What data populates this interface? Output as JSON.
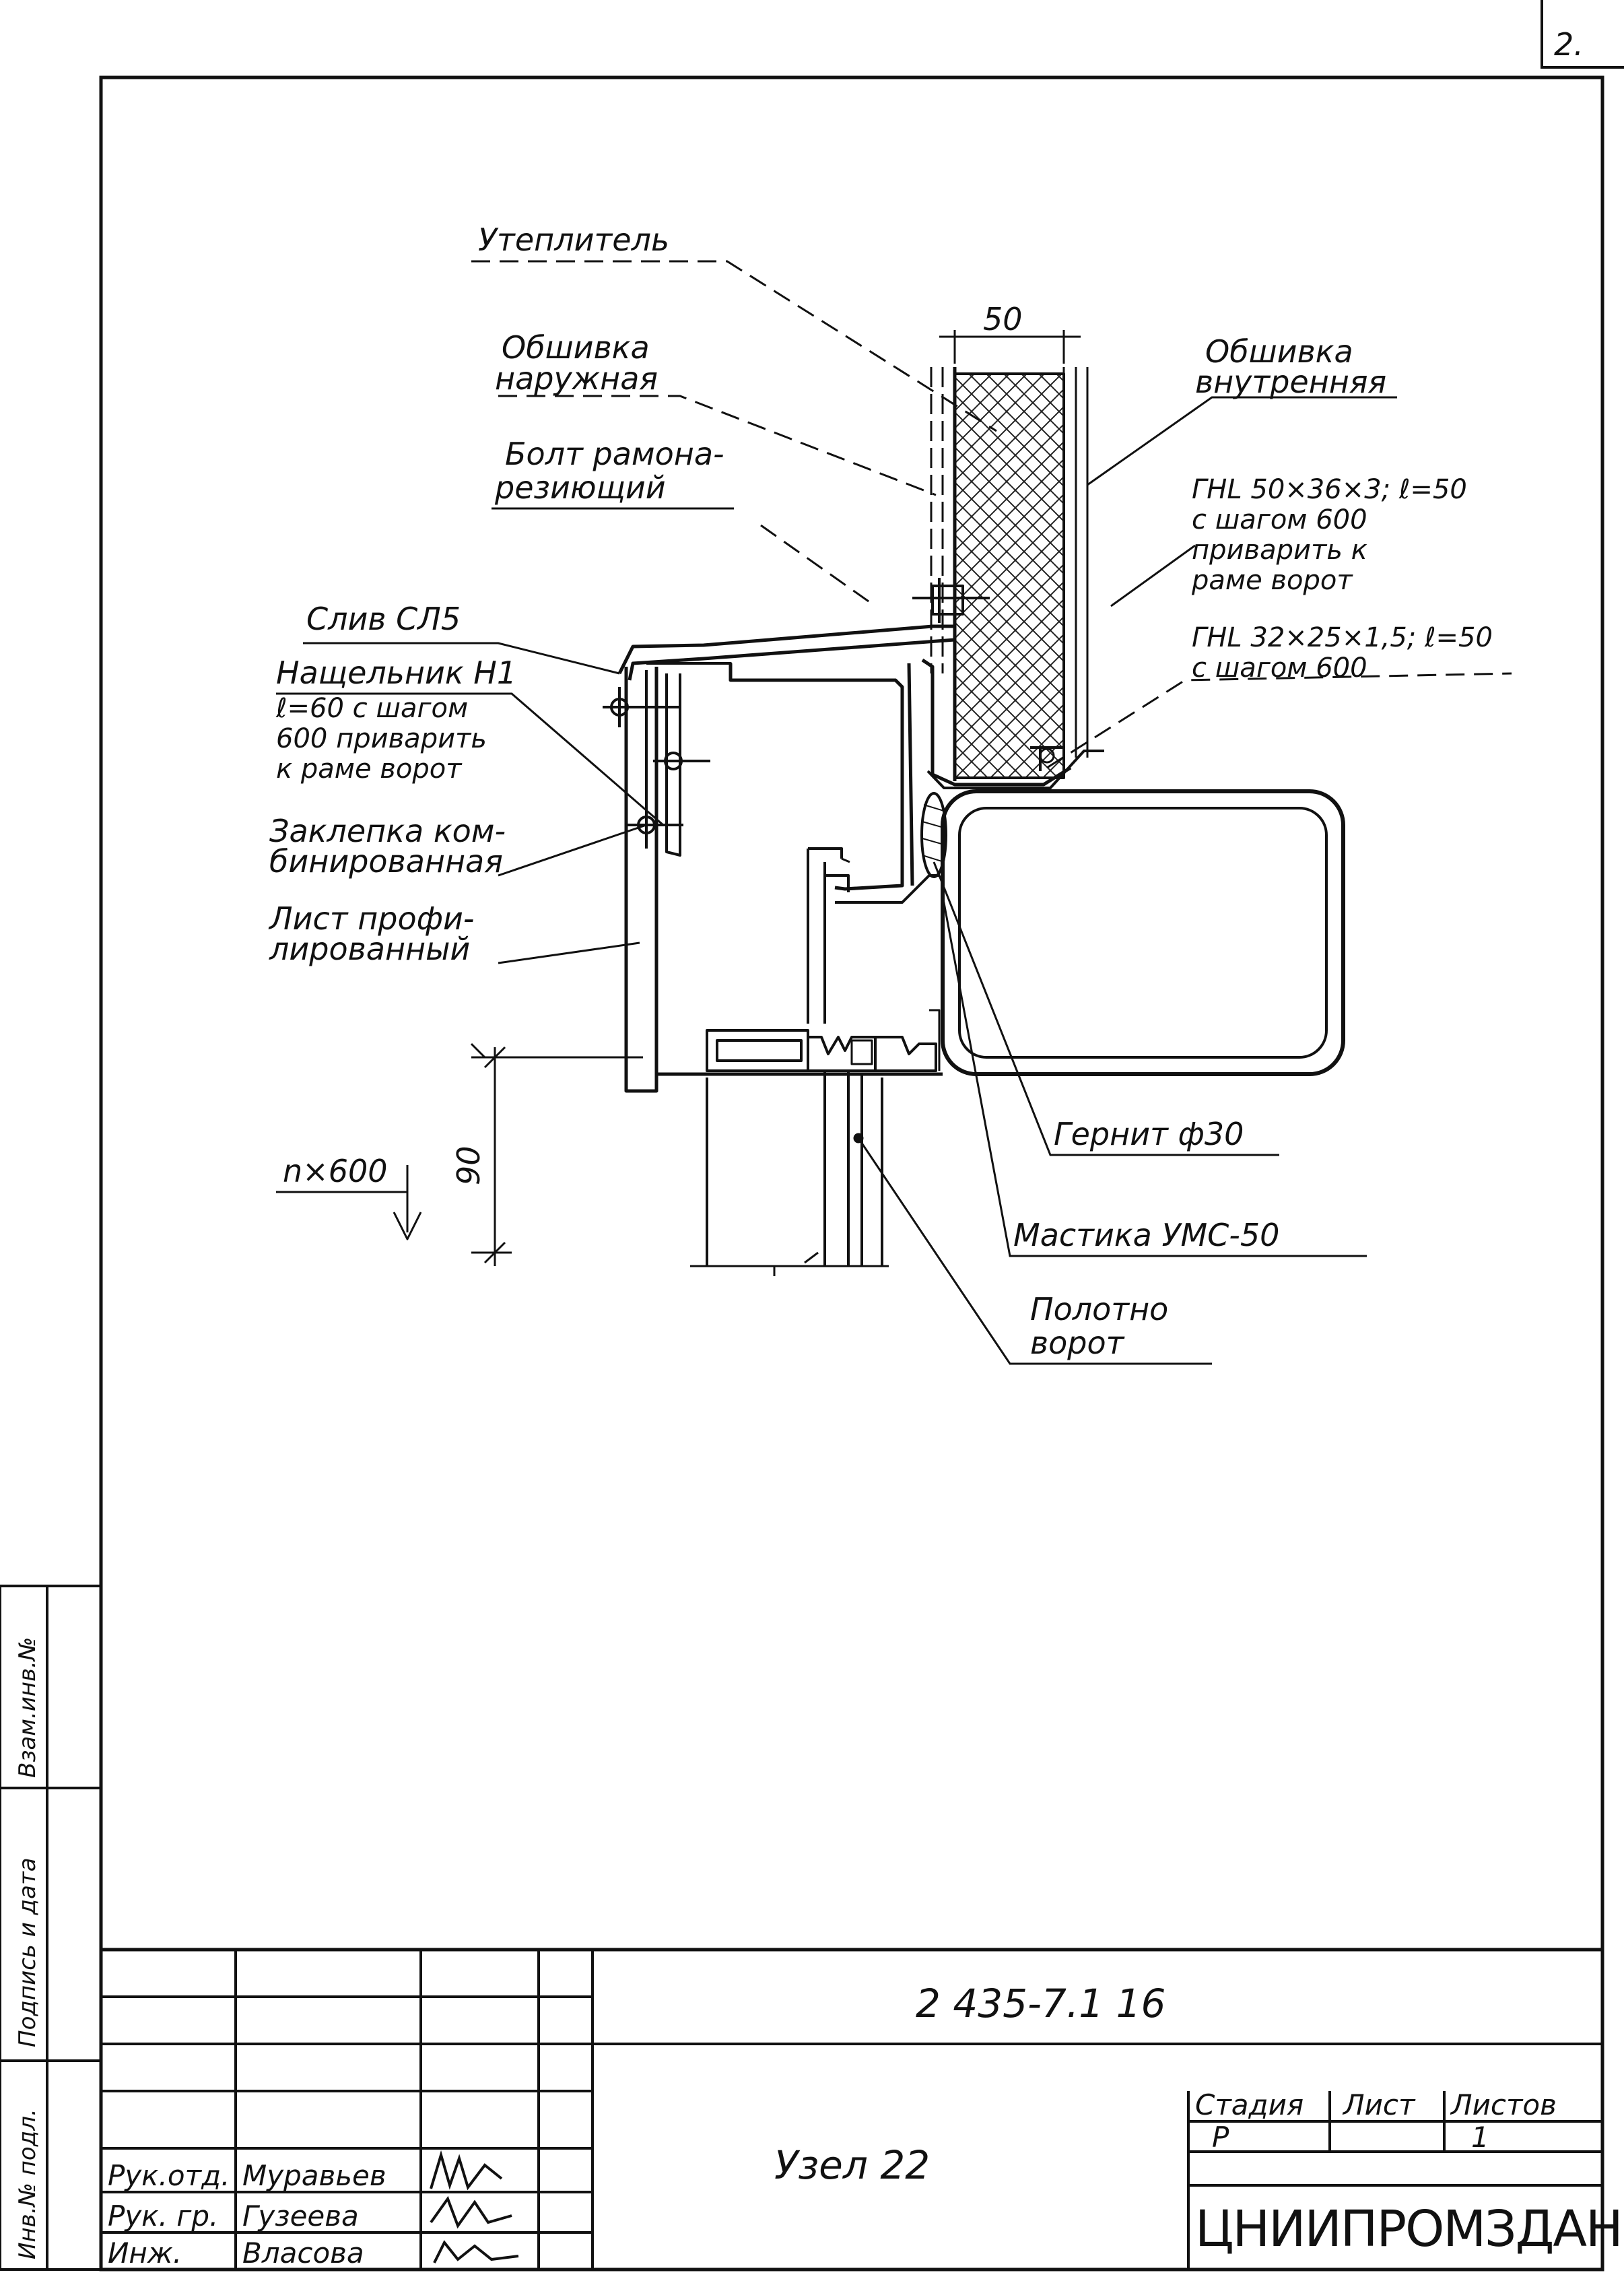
{
  "sheet_corner": "2.",
  "labels": {
    "insulation": "Утеплитель",
    "outer_cladding_1": "Обшивка",
    "outer_cladding_2": "наружная",
    "bolt_1": "Болт рамона-",
    "bolt_2": "резиющий",
    "drip": "Слив СЛ5",
    "strip_1": "Нащельник Н1",
    "strip_2": "ℓ=60 с шагом",
    "strip_3": "600 приварить",
    "strip_4": "к раме ворот",
    "rivet_1": "Заклепка ком-",
    "rivet_2": "бинированная",
    "sheet_1": "Лист профи-",
    "sheet_2": "лированный",
    "inner_cladding_1": "Обшивка",
    "inner_cladding_2": "внутренняя",
    "angle1_1": "ГНL 50×36×3; ℓ=50",
    "angle1_2": "с шагом 600",
    "angle1_3": "приварить к",
    "angle1_4": "раме ворот",
    "angle2_1": "ГНL 32×25×1,5; ℓ=50",
    "angle2_2": "с шагом 600",
    "gernit": "Гернит ф30",
    "mastic": "Мастика УМС-50",
    "leaf_1": "Полотно",
    "leaf_2": "ворот",
    "dim_50": "50",
    "dim_90": "90",
    "dim_step": "n×600"
  },
  "side_stamp": {
    "col1": "Инв.№ подл.",
    "col2": "Подпись и дата",
    "col3": "Взам.инв.№"
  },
  "title_block": {
    "doc_number": "2 435-7.1 16",
    "title": "Узел 22",
    "org": "ЦНИИПРОМЗДАНИЙ",
    "head_stage": "Стадия",
    "head_sheet": "Лист",
    "head_sheets": "Листов",
    "val_stage": "Р",
    "val_sheet": "1",
    "rows": [
      {
        "role": "Рук.отд.",
        "name": "Муравьев"
      },
      {
        "role": "Рук. гр.",
        "name": "Гузеева"
      },
      {
        "role": "Инж.",
        "name": "Власова"
      }
    ]
  }
}
